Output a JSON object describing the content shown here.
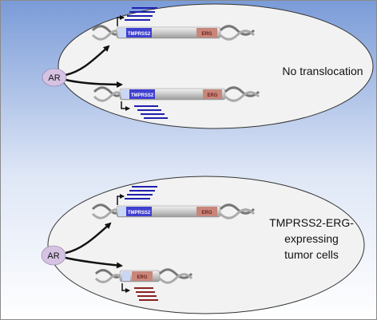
{
  "colors": {
    "background_top": "#7a9bd8",
    "background_bottom": "#ffffff",
    "cell_fill": "#f2f2f2",
    "cell_stroke": "#333333",
    "ar_fill": "#d6c3e3",
    "tmprss2_gene": "#3f3fd0",
    "tmprss2_promoter": "#c9d6f5",
    "erg_gene": "#c8867a",
    "transcript_blue": "#1f1fb0",
    "transcript_red": "#8a1f1f",
    "chromosome": "#cfcfcf"
  },
  "panels": {
    "top": {
      "ar_label": "AR",
      "caption": "No translocation",
      "upper_gene_labels": [
        "TMPRSS2",
        "ERG"
      ],
      "lower_gene_labels": [
        "TMPRSS2",
        "ERG"
      ]
    },
    "bottom": {
      "ar_label": "AR",
      "caption_lines": [
        "TMPRSS2-ERG-",
        "expressing",
        "tumor cells"
      ],
      "upper_gene_labels": [
        "TMPRSS2",
        "ERG"
      ],
      "lower_gene_labels": [
        "ERG"
      ]
    }
  }
}
